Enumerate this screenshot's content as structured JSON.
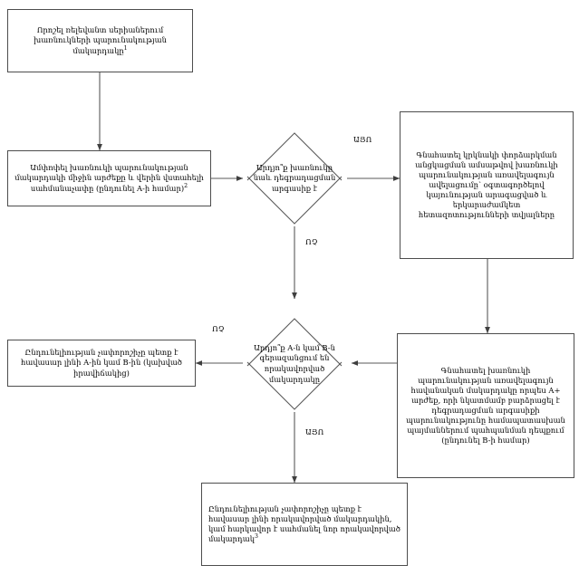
{
  "diagram": {
    "type": "flowchart",
    "language": "hy",
    "orientation": "top-to-bottom",
    "colors": {
      "box_border": "#4d4d4d",
      "connector": "#595959",
      "background": "#ffffff",
      "text": "#000000"
    },
    "nodes": [
      {
        "id": "n1",
        "shape": "process",
        "text": "Որոշել ռելեվանտ սերիաներում խառնուկների պարունակության մակարդակը",
        "footnote": "1"
      },
      {
        "id": "n2",
        "shape": "process",
        "text": "Ամփոփել խառնուկի պարունակության մակարդակի միջին արժեքը և վերին վստահելի սահմանաչափը (ընդունել A-ի համար)",
        "footnote": "2"
      },
      {
        "id": "d1",
        "shape": "decision",
        "text": "Արդյո՞ք խառնուկը նաև դեգրադացման արգասիք է",
        "footnote": ""
      },
      {
        "id": "n3",
        "shape": "process",
        "text": "Գնահատել կրկնակի փորձարկման անցկացման ամսաթվով խառնուկի պարունակության առավելագույն ավելացումը՝ օգտագործելով կայունության արագացված և երկարաժամկետ հետազոտությունների տվյալները",
        "footnote": ""
      },
      {
        "id": "n4",
        "shape": "process",
        "text": "Գնահատել խառնուկի պարունակության առավելագույն հավանական մակարդակը որպես A+ արժեք, որի նկատմամբ բարձրացել է դեգրադացման արգասիքի պարունակությունը համապատասխան պայմաններում պահպանման դեպքում (ընդունել B-ի համար)",
        "footnote": ""
      },
      {
        "id": "d2",
        "shape": "decision",
        "text": "Արդյո՞ք A-ն կամ B-ն գերազանցում են որակավորված մակարդակը",
        "footnote": ""
      },
      {
        "id": "n5",
        "shape": "process",
        "text": "Ընդունելիության չափորոշիչը պետք է հավասար լինի A-ին կամ B-ին (կախված իրավիճակից)",
        "footnote": ""
      },
      {
        "id": "n6",
        "shape": "process",
        "text": "Ընդունելիության չափորոշիչը պետք է հավասար լինի որակավորված մակարդակին, կամ հարկավոր է սահմանել նոր որակավորված մակարդակ",
        "footnote": "3"
      }
    ],
    "branch_labels": {
      "d1_yes": "ԱՅՈ",
      "d1_no": "ՈՉ",
      "d2_no": "ՈՉ",
      "d2_yes": "ԱՅՈ"
    }
  }
}
